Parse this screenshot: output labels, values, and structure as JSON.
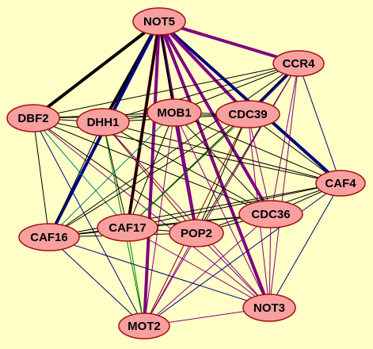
{
  "graph": {
    "background": "#fefec6",
    "node_fill": "#f8a0a0",
    "node_stroke": "#a01010",
    "edge_colors": {
      "black": "#000000",
      "purple": "#800080",
      "navy": "#000080",
      "maroon": "#800000",
      "green": "#008000",
      "teal": "#008080"
    },
    "nodes": [
      {
        "id": "NOT5",
        "label": "NOT5"
      },
      {
        "id": "CCR4",
        "label": "CCR4"
      },
      {
        "id": "DBF2",
        "label": "DBF2"
      },
      {
        "id": "DHH1",
        "label": "DHH1"
      },
      {
        "id": "MOB1",
        "label": "MOB1"
      },
      {
        "id": "CDC39",
        "label": "CDC39"
      },
      {
        "id": "CAF4",
        "label": "CAF4"
      },
      {
        "id": "CDC36",
        "label": "CDC36"
      },
      {
        "id": "CAF16",
        "label": "CAF16"
      },
      {
        "id": "CAF17",
        "label": "CAF17"
      },
      {
        "id": "POP2",
        "label": "POP2"
      },
      {
        "id": "NOT3",
        "label": "NOT3"
      },
      {
        "id": "MOT2",
        "label": "MOT2"
      }
    ],
    "edges": [
      {
        "s": "NOT5",
        "t": "DBF2",
        "color": "black",
        "weight": "heavy"
      },
      {
        "s": "NOT5",
        "t": "DHH1",
        "color": "black",
        "weight": "heavy"
      },
      {
        "s": "NOT5",
        "t": "CCR4",
        "color": "purple",
        "weight": "heavy"
      },
      {
        "s": "NOT5",
        "t": "CAF4",
        "color": "navy",
        "weight": "heavy"
      },
      {
        "s": "NOT5",
        "t": "CAF16",
        "color": "navy",
        "weight": "heavy"
      },
      {
        "s": "NOT5",
        "t": "CAF17",
        "color": "maroon",
        "weight": "heavy"
      },
      {
        "s": "NOT5",
        "t": "MOT2",
        "color": "purple",
        "weight": "heavy"
      },
      {
        "s": "NOT5",
        "t": "NOT3",
        "color": "purple",
        "weight": "heavy"
      },
      {
        "s": "NOT5",
        "t": "CDC36",
        "color": "purple",
        "weight": "heavy"
      },
      {
        "s": "NOT5",
        "t": "POP2",
        "color": "purple",
        "weight": "heavy"
      },
      {
        "s": "NOT5",
        "t": "CDC39",
        "color": "purple",
        "weight": "heavy"
      },
      {
        "s": "NOT5",
        "t": "MOB1",
        "color": "black",
        "weight": "medium"
      },
      {
        "s": "NOT5",
        "t": "CAF17",
        "color": "black",
        "weight": "medium"
      },
      {
        "s": "CCR4",
        "t": "CDC39",
        "color": "navy",
        "weight": "heavy"
      },
      {
        "s": "CCR4",
        "t": "DBF2",
        "color": "black",
        "weight": "thin"
      },
      {
        "s": "CCR4",
        "t": "DHH1",
        "color": "black",
        "weight": "thin"
      },
      {
        "s": "CCR4",
        "t": "MOB1",
        "color": "black",
        "weight": "thin"
      },
      {
        "s": "CCR4",
        "t": "CAF4",
        "color": "navy",
        "weight": "thin"
      },
      {
        "s": "CCR4",
        "t": "CAF16",
        "color": "black",
        "weight": "thin"
      },
      {
        "s": "CCR4",
        "t": "CAF17",
        "color": "black",
        "weight": "thin"
      },
      {
        "s": "CCR4",
        "t": "POP2",
        "color": "black",
        "weight": "thin"
      },
      {
        "s": "CCR4",
        "t": "CDC36",
        "color": "purple",
        "weight": "thin"
      },
      {
        "s": "CCR4",
        "t": "NOT3",
        "color": "purple",
        "weight": "thin"
      },
      {
        "s": "CCR4",
        "t": "MOT2",
        "color": "purple",
        "weight": "thin"
      },
      {
        "s": "DBF2",
        "t": "DHH1",
        "color": "black",
        "weight": "thin"
      },
      {
        "s": "DBF2",
        "t": "MOB1",
        "color": "black",
        "weight": "thin"
      },
      {
        "s": "DBF2",
        "t": "CDC39",
        "color": "black",
        "weight": "thin"
      },
      {
        "s": "DBF2",
        "t": "CAF4",
        "color": "black",
        "weight": "thin"
      },
      {
        "s": "DBF2",
        "t": "CDC36",
        "color": "black",
        "weight": "thin"
      },
      {
        "s": "DBF2",
        "t": "CAF16",
        "color": "black",
        "weight": "thin"
      },
      {
        "s": "DBF2",
        "t": "CAF17",
        "color": "teal",
        "weight": "thin"
      },
      {
        "s": "DBF2",
        "t": "POP2",
        "color": "black",
        "weight": "thin"
      },
      {
        "s": "DBF2",
        "t": "NOT3",
        "color": "purple",
        "weight": "thin"
      },
      {
        "s": "DBF2",
        "t": "MOT2",
        "color": "navy",
        "weight": "thin"
      },
      {
        "s": "DHH1",
        "t": "MOB1",
        "color": "black",
        "weight": "thin"
      },
      {
        "s": "DHH1",
        "t": "CDC39",
        "color": "black",
        "weight": "thin"
      },
      {
        "s": "DHH1",
        "t": "CAF4",
        "color": "black",
        "weight": "thin"
      },
      {
        "s": "DHH1",
        "t": "CDC36",
        "color": "black",
        "weight": "thin"
      },
      {
        "s": "DHH1",
        "t": "CAF16",
        "color": "black",
        "weight": "thin"
      },
      {
        "s": "DHH1",
        "t": "CAF17",
        "color": "black",
        "weight": "thin"
      },
      {
        "s": "DHH1",
        "t": "POP2",
        "color": "maroon",
        "weight": "thin"
      },
      {
        "s": "DHH1",
        "t": "NOT3",
        "color": "purple",
        "weight": "thin"
      },
      {
        "s": "DHH1",
        "t": "MOT2",
        "color": "green",
        "weight": "thin"
      },
      {
        "s": "MOB1",
        "t": "CDC39",
        "color": "black",
        "weight": "thin"
      },
      {
        "s": "MOB1",
        "t": "CAF4",
        "color": "black",
        "weight": "thin"
      },
      {
        "s": "MOB1",
        "t": "CDC36",
        "color": "black",
        "weight": "thin"
      },
      {
        "s": "MOB1",
        "t": "CAF16",
        "color": "teal",
        "weight": "thin"
      },
      {
        "s": "MOB1",
        "t": "CAF17",
        "color": "black",
        "weight": "thin"
      },
      {
        "s": "MOB1",
        "t": "POP2",
        "color": "purple",
        "weight": "heavy"
      },
      {
        "s": "MOB1",
        "t": "NOT3",
        "color": "purple",
        "weight": "thin"
      },
      {
        "s": "MOB1",
        "t": "MOT2",
        "color": "purple",
        "weight": "thin"
      },
      {
        "s": "CDC39",
        "t": "CAF4",
        "color": "black",
        "weight": "thin"
      },
      {
        "s": "CDC39",
        "t": "CDC36",
        "color": "purple",
        "weight": "thin"
      },
      {
        "s": "CDC39",
        "t": "CAF16",
        "color": "black",
        "weight": "thin"
      },
      {
        "s": "CDC39",
        "t": "CAF17",
        "color": "green",
        "weight": "thin"
      },
      {
        "s": "CDC39",
        "t": "POP2",
        "color": "black",
        "weight": "thin"
      },
      {
        "s": "CDC39",
        "t": "NOT3",
        "color": "purple",
        "weight": "thin"
      },
      {
        "s": "CDC39",
        "t": "MOT2",
        "color": "maroon",
        "weight": "thin"
      },
      {
        "s": "CAF4",
        "t": "CDC36",
        "color": "black",
        "weight": "thin"
      },
      {
        "s": "CAF4",
        "t": "CAF16",
        "color": "black",
        "weight": "thin"
      },
      {
        "s": "CAF4",
        "t": "CAF17",
        "color": "black",
        "weight": "thin"
      },
      {
        "s": "CAF4",
        "t": "POP2",
        "color": "black",
        "weight": "thin"
      },
      {
        "s": "CAF4",
        "t": "NOT3",
        "color": "navy",
        "weight": "thin"
      },
      {
        "s": "CAF4",
        "t": "MOT2",
        "color": "navy",
        "weight": "thin"
      },
      {
        "s": "CDC36",
        "t": "CAF16",
        "color": "black",
        "weight": "thin"
      },
      {
        "s": "CDC36",
        "t": "CAF17",
        "color": "black",
        "weight": "thin"
      },
      {
        "s": "CDC36",
        "t": "POP2",
        "color": "black",
        "weight": "thin"
      },
      {
        "s": "CDC36",
        "t": "NOT3",
        "color": "purple",
        "weight": "thin"
      },
      {
        "s": "CDC36",
        "t": "MOT2",
        "color": "purple",
        "weight": "thin"
      },
      {
        "s": "CAF16",
        "t": "CAF17",
        "color": "black",
        "weight": "thin"
      },
      {
        "s": "CAF16",
        "t": "POP2",
        "color": "black",
        "weight": "thin"
      },
      {
        "s": "CAF16",
        "t": "NOT3",
        "color": "navy",
        "weight": "thin"
      },
      {
        "s": "CAF16",
        "t": "MOT2",
        "color": "navy",
        "weight": "thin"
      },
      {
        "s": "CAF17",
        "t": "POP2",
        "color": "black",
        "weight": "thin"
      },
      {
        "s": "CAF17",
        "t": "NOT3",
        "color": "purple",
        "weight": "thin"
      },
      {
        "s": "CAF17",
        "t": "MOT2",
        "color": "green",
        "weight": "thin"
      },
      {
        "s": "POP2",
        "t": "NOT3",
        "color": "purple",
        "weight": "thin"
      },
      {
        "s": "POP2",
        "t": "MOT2",
        "color": "purple",
        "weight": "thin"
      },
      {
        "s": "NOT3",
        "t": "MOT2",
        "color": "purple",
        "weight": "thin"
      }
    ]
  }
}
